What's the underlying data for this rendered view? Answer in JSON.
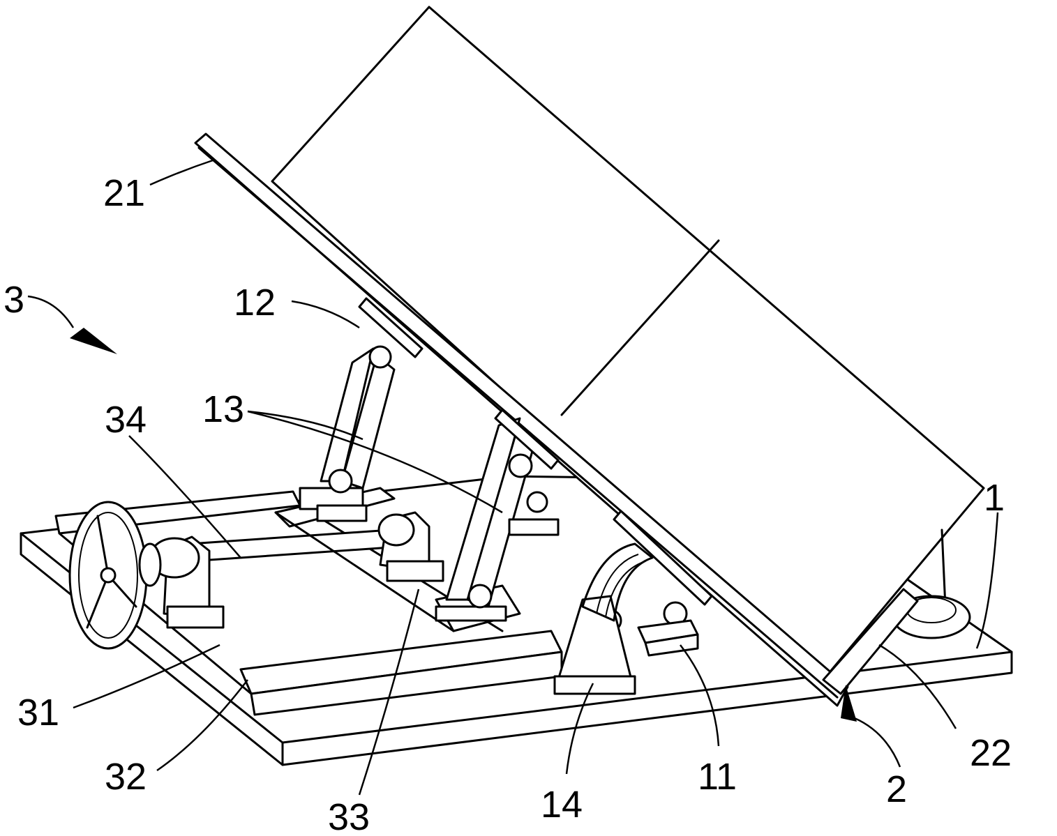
{
  "labels": {
    "l1": "1",
    "l2": "2",
    "l3": "3",
    "l11": "11",
    "l12": "12",
    "l13": "13",
    "l14": "14",
    "l21": "21",
    "l22": "22",
    "l31": "31",
    "l32": "32",
    "l33": "33",
    "l34": "34"
  },
  "colors": {
    "line": "#000000",
    "background": "#ffffff"
  }
}
